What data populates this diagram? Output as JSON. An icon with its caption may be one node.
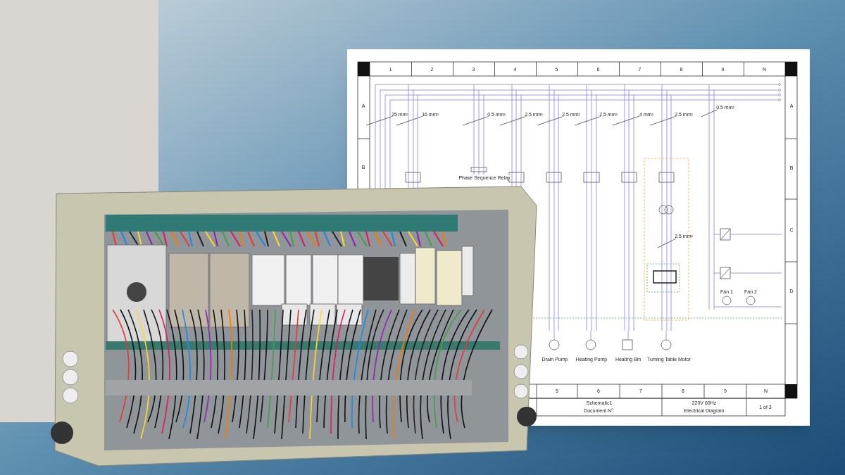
{
  "diagram": {
    "labels": [
      "1",
      "2",
      "3",
      "4",
      "5",
      "6",
      "7",
      "8",
      "9",
      "N",
      "A",
      "B",
      "A",
      "B",
      "C",
      "D",
      "25 mm²",
      "16 mm²",
      "0.5 mm²",
      "2.5 mm²",
      "2.5 mm²",
      "2.5 mm²",
      "4 mm²",
      "2.5 mm²",
      "0.5 mm²",
      "2.5 mm²",
      "Phase Sequence Relay",
      "Fan 1",
      "Fan 2",
      "Drain Pump",
      "Heating Pump",
      "Heating Bin",
      "Turning Table Motor",
      "5",
      "6",
      "7",
      "8",
      "9",
      "N",
      "Schematic1",
      "Document N°:",
      "220V 60Hz",
      "Electrical Diagram",
      "1 of 3"
    ]
  }
}
